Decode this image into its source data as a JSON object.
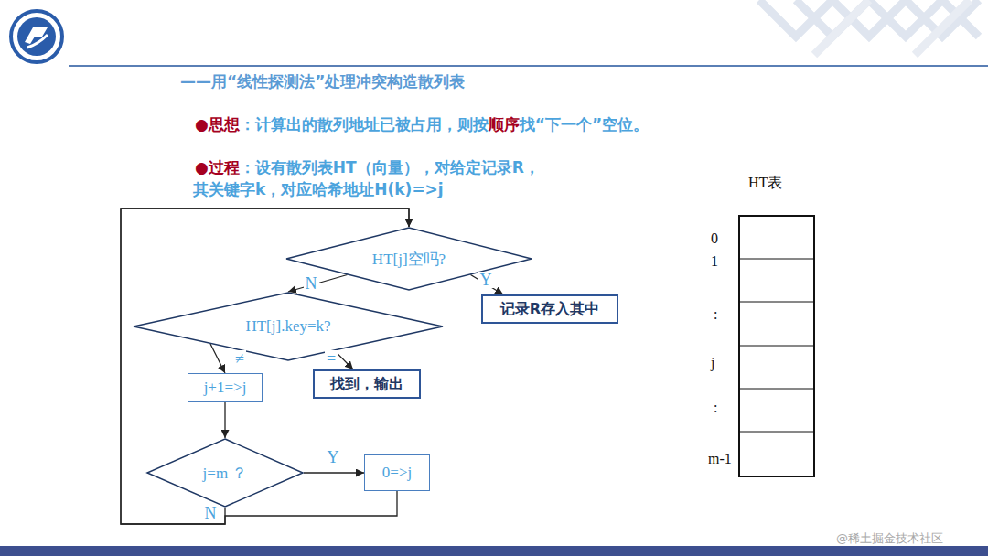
{
  "diagram": {
    "title": "——用“线性探测法”处理冲突构造散列表",
    "nodes": [
      {
        "text": [
          "HT[j]空吗?"
        ]
      },
      {
        "text": [
          "记录R存入其中"
        ]
      },
      {
        "text": [
          "HT[j].key=k?"
        ]
      },
      {
        "text": [
          "j+1=>j"
        ]
      },
      {
        "text": [
          "找到，输出"
        ]
      },
      {
        "text": [
          "j=m ？"
        ]
      },
      {
        "text": [
          "0=>j"
        ]
      }
    ],
    "edges": [
      {
        "from": 0,
        "to": 1,
        "label": "Y",
        "arrow": "to"
      },
      {
        "from": 0,
        "to": 2,
        "label": "N",
        "arrow": "to"
      },
      {
        "from": 2,
        "to": 3,
        "label": "≠",
        "arrow": "to"
      },
      {
        "from": 2,
        "to": 4,
        "label": "=",
        "arrow": "to"
      },
      {
        "from": 3,
        "to": 5,
        "arrow": "to"
      },
      {
        "from": 5,
        "to": 6,
        "label": "Y",
        "arrow": "to"
      },
      {
        "from": 5,
        "to": 0,
        "label": "N",
        "arrow": "to"
      },
      {
        "from": 6,
        "to": 0,
        "arrow": "to"
      }
    ],
    "labels": [
      "●思想",
      "：计算出的散列地址已被占用，则按",
      "顺序",
      "找“下一个”空位。",
      "●过程",
      "：设有散列表HT（向量），对给定记录R，",
      "其关键字k，对应哈希地址H(k)=>j",
      "HT表",
      "0",
      "1",
      ":",
      "j",
      ":",
      "m-1",
      "@稀土掘金技术社区"
    ]
  }
}
